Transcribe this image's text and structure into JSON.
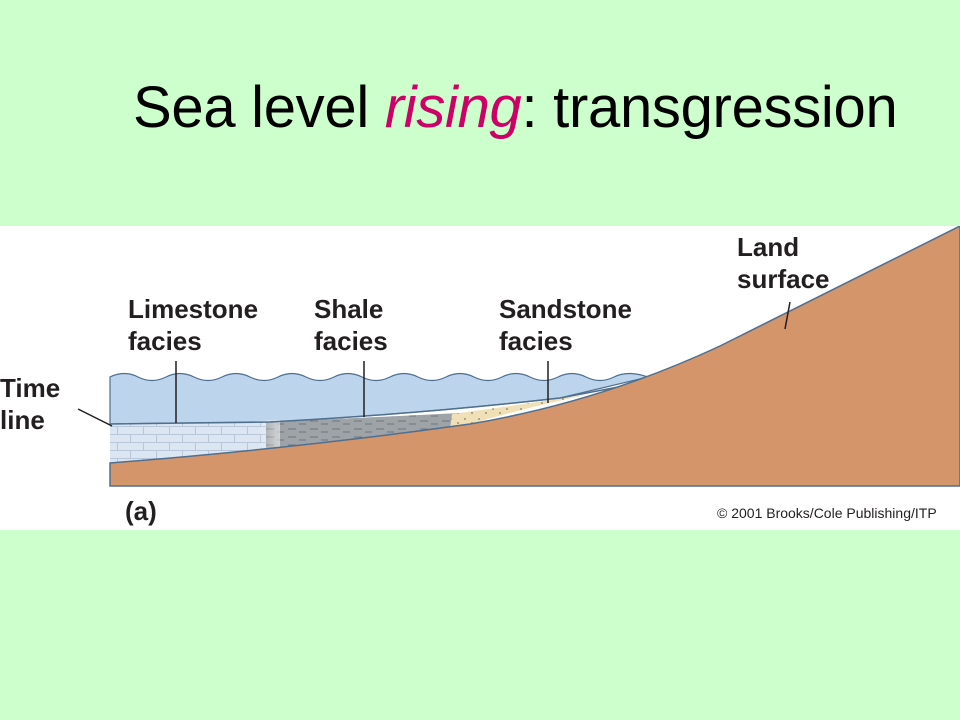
{
  "slide": {
    "title_pre": "Sea level ",
    "title_emph": "rising",
    "title_post": ": transgression",
    "colors": {
      "background": "#ccffcc",
      "title_emphasis": "#cc0066",
      "water": "#bcd4ec",
      "land": "#d4956a",
      "limestone": "#dbe6f2",
      "shale": "#9aa0a6",
      "sandstone": "#efe0b8"
    }
  },
  "figure": {
    "labels": {
      "time_line": [
        "Time",
        "line"
      ],
      "limestone": [
        "Limestone",
        "facies"
      ],
      "shale": [
        "Shale",
        "facies"
      ],
      "sandstone": [
        "Sandstone",
        "facies"
      ],
      "land_surface": [
        "Land",
        "surface"
      ]
    },
    "panel_label": "(a)",
    "credit": "© 2001 Brooks/Cole Publishing/ITP"
  }
}
